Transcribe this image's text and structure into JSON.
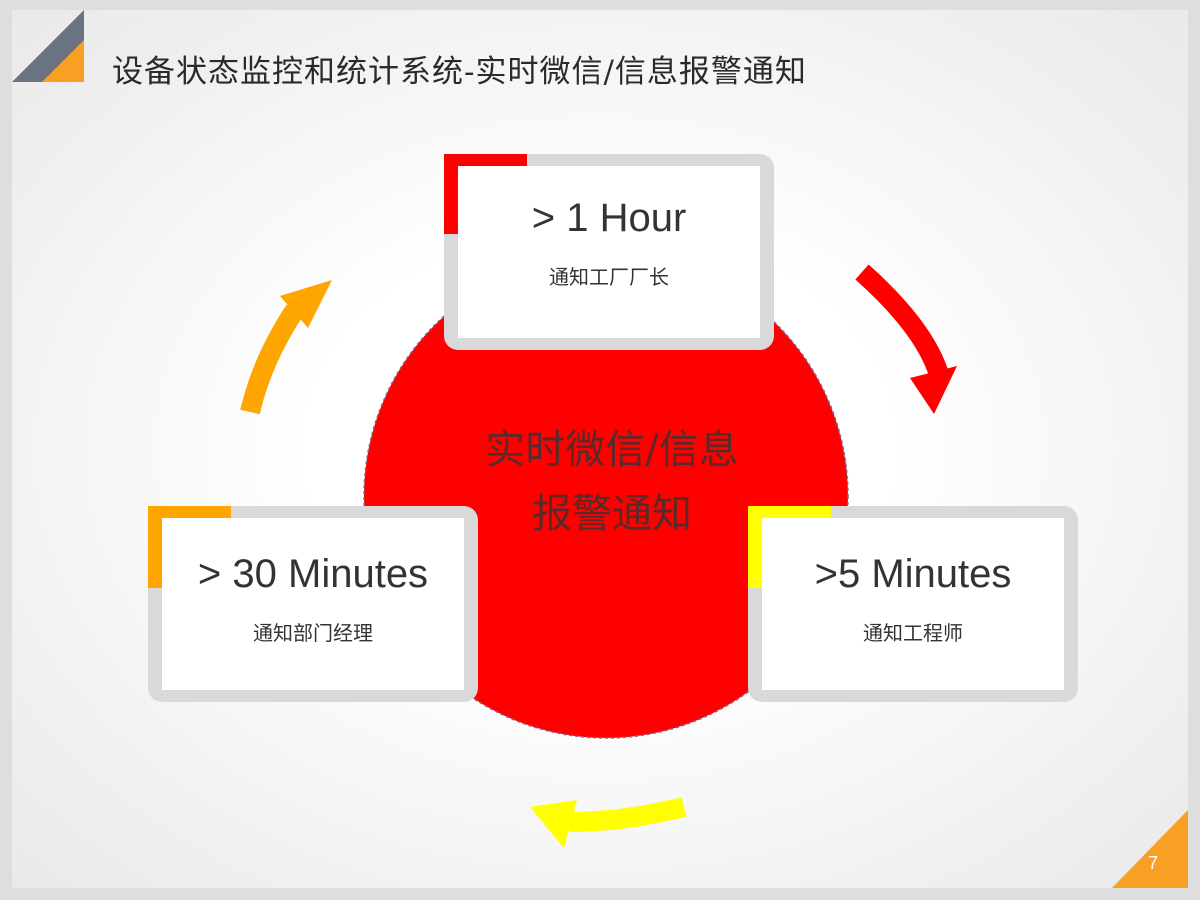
{
  "slide": {
    "title": "设备状态监控和统计系统-实时微信/信息报警通知",
    "center_text_line1": "实时微信/信息",
    "center_text_line2": "报警通知",
    "page_number": "7"
  },
  "cards": [
    {
      "id": "hour",
      "heading": "> 1 Hour",
      "subtitle": "通知工厂厂长",
      "accent_color": "#ff0000"
    },
    {
      "id": "five-min",
      "heading": ">5 Minutes",
      "subtitle": "通知工程师",
      "accent_color": "#ffff00"
    },
    {
      "id": "thirty-min",
      "heading": "> 30 Minutes",
      "subtitle": "通知部门经理",
      "accent_color": "#ffa500"
    }
  ],
  "colors": {
    "circle": "#ff0000",
    "arrow_right": "#ff0000",
    "arrow_bottom": "#ffff00",
    "arrow_left": "#ffa500",
    "corner_gray": "#6b7280",
    "corner_orange": "#f7a023"
  }
}
